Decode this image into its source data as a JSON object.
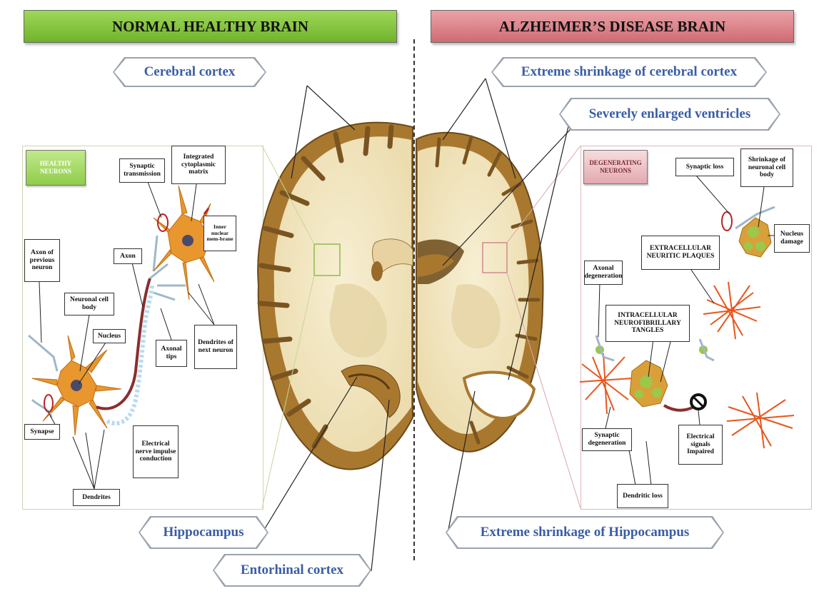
{
  "headers": {
    "left": "NORMAL HEALTHY BRAIN",
    "right": "ALZHEIMER’S DISEASE BRAIN"
  },
  "callouts": {
    "cerebral_cortex": "Cerebral cortex",
    "hippocampus": "Hippocampus",
    "entorhinal_cortex": "Entorhinal  cortex",
    "extreme_shrinkage_cortex": "Extreme shrinkage of cerebral cortex",
    "enlarged_ventricles": "Severely enlarged ventricles",
    "extreme_shrinkage_hippocampus": "Extreme shrinkage of Hippocampus"
  },
  "healthy_panel": {
    "badge": "HEALTHY NEURONS",
    "labels": {
      "synaptic_transmission": "Synaptic transmission",
      "integrated_matrix": "Integrated cytoplasmic matrix",
      "inner_membrane": "Inner nuclear mem-brane",
      "axon_previous": "Axon of previous neuron",
      "axon": "Axon",
      "cell_body": "Neuronal cell body",
      "nucleus": "Nucleus",
      "axonal_tips": "Axonal tips",
      "dendrites_next": "Dendrites of next neuron",
      "synapse": "Synapse",
      "impulse": "Electrical nerve impulse conduction",
      "dendrites": "Dendrites"
    }
  },
  "degenerating_panel": {
    "badge": "DEGENERATING NEURONS",
    "labels": {
      "synaptic_loss": "Synaptic loss",
      "shrinkage_body": "Shrinkage of neuronal cell body",
      "nucleus_damage": "Nucleus damage",
      "plaques": "EXTRACELLULAR NEURITIC PLAQUES",
      "axonal_degeneration": "Axonal degeneration",
      "tangles": "INTRACELLULAR NEUROFIBRILLARY TANGLES",
      "synaptic_degeneration": "Synaptic degeneration",
      "signals_impaired": "Electrical signals Impaired",
      "dendritic_loss": "Dendritic loss"
    }
  },
  "colors": {
    "green_header": "#7fc23a",
    "red_header": "#dc8389",
    "callout_text": "#3a5da5",
    "brain_cortex": "#a9782f",
    "brain_white_matter": "#f2e7c3",
    "neuron_orange": "#e8962e",
    "plaque_orange": "#e8561c",
    "tangle_green": "#9bc84a"
  }
}
